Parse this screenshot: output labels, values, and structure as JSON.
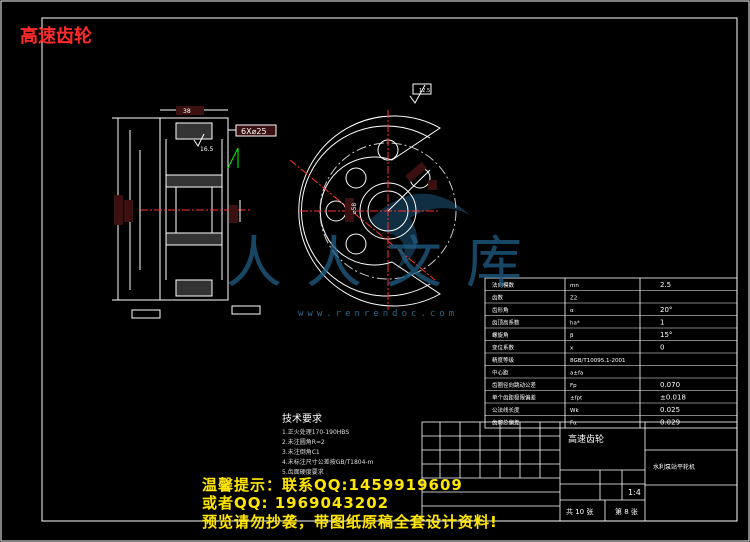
{
  "drawing": {
    "title": "高速齿轮",
    "dim_width": "38",
    "dim_holes": "6X⌀25",
    "dim_r": "16.5",
    "dim_circle": "⌀58",
    "roughness": "12.5"
  },
  "technical_requirements": {
    "heading": "技术要求",
    "lines": [
      "1.正火处理170-190HBS",
      "2.未注圆角R=2",
      "3.未注倒角C1",
      "4.未标注尺寸公差按GB/T1804-m",
      "5.齿面硬度要求"
    ]
  },
  "params": {
    "rows": [
      {
        "name": "法向模数",
        "sym": "mn",
        "val": "2.5"
      },
      {
        "name": "齿数",
        "sym": "Z2",
        "val": ""
      },
      {
        "name": "齿形角",
        "sym": "α",
        "val": "20°"
      },
      {
        "name": "齿顶高系数",
        "sym": "ha*",
        "val": "1"
      },
      {
        "name": "螺旋角",
        "sym": "β",
        "val": "15°"
      },
      {
        "name": "变位系数",
        "sym": "x",
        "val": "0"
      },
      {
        "name": "精度等级",
        "sym": "8GB/T10095.1-2001",
        "val": ""
      },
      {
        "name": "中心距",
        "sym": "a±fa",
        "val": ""
      },
      {
        "name": "齿圈径向跳动公差",
        "sym": "Fp",
        "val": "0.070"
      },
      {
        "name": "单个齿距极限偏差",
        "sym": "±fpt",
        "val": "±0.018"
      },
      {
        "name": "公法线长度",
        "sym": "Wk",
        "val": "0.025"
      },
      {
        "name": "齿廓总偏差",
        "sym": "Fα",
        "val": "0.029"
      }
    ]
  },
  "title_block": {
    "part_name": "高速齿轮",
    "company": "水利泵站平轮机",
    "scale": "1:4",
    "sheets": "共 10 张",
    "sheet_no": "第 8 张"
  },
  "watermark": {
    "brand": "人人文库",
    "url": "www.renrendoc.com",
    "line1": "温馨提示：联系QQ:1459919609",
    "line2": "或者QQ: 1969043202",
    "line3": "预览请勿抄袭，带图纸原稿全套设计资料!"
  }
}
